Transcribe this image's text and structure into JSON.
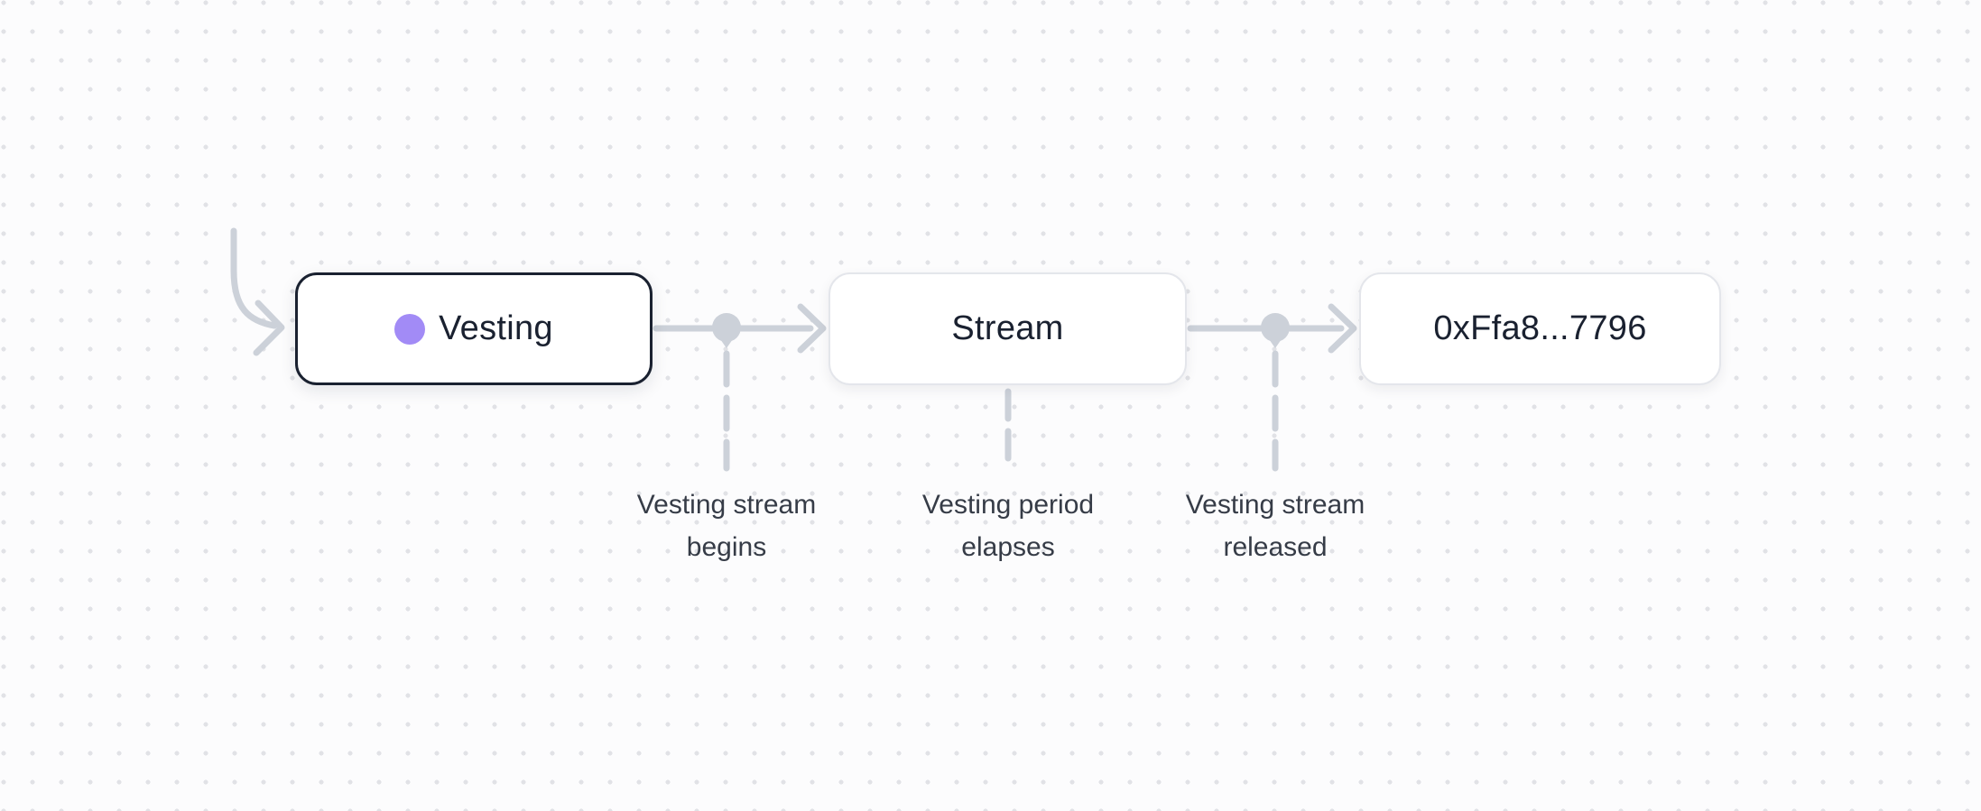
{
  "canvas": {
    "colors": {
      "bg": "#fcfcfd",
      "dot": "#e1e2e6",
      "edge": "#ccd1d9",
      "node_bg": "#ffffff",
      "node_border": "#e4e6eb",
      "vesting_border": "#1a2130",
      "node_text": "#1a2130",
      "label_text": "#363c47",
      "status_dot": "#a28bf6"
    }
  },
  "nodes": [
    {
      "id": "vesting",
      "label": "Vesting"
    },
    {
      "id": "stream",
      "label": "Stream"
    },
    {
      "id": "address",
      "label": "0xFfa8...7796"
    }
  ],
  "edge_labels": [
    {
      "line1": "Vesting stream",
      "line2": "begins"
    },
    {
      "line1": "Vesting period",
      "line2": "elapses"
    },
    {
      "line1": "Vesting stream",
      "line2": "released"
    }
  ]
}
